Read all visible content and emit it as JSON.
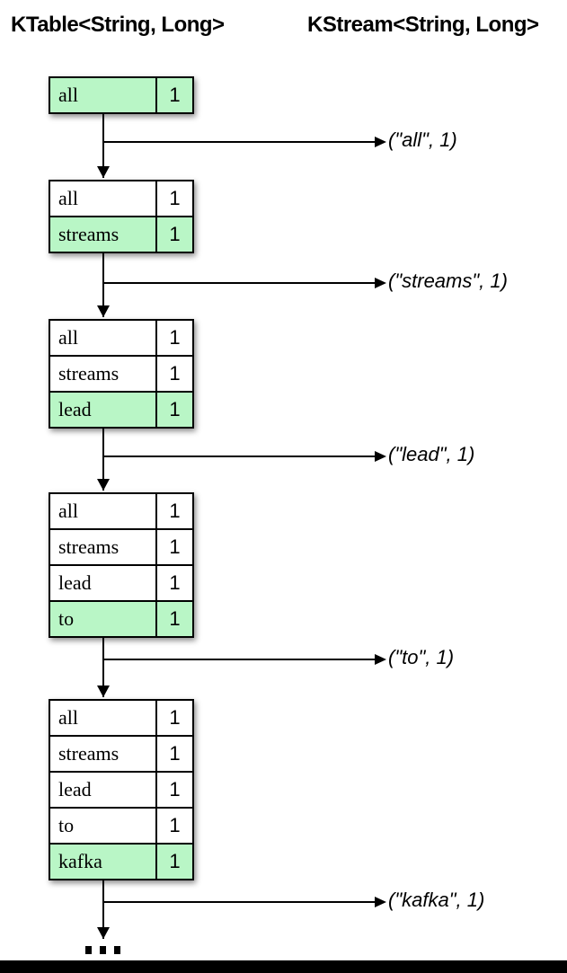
{
  "title_left": "KTable<String, Long>",
  "title_right": "KStream<String, Long>",
  "tables": [
    {
      "rows": [
        {
          "key": "all",
          "value": "1",
          "highlight": true
        }
      ]
    },
    {
      "rows": [
        {
          "key": "all",
          "value": "1",
          "highlight": false
        },
        {
          "key": "streams",
          "value": "1",
          "highlight": true
        }
      ]
    },
    {
      "rows": [
        {
          "key": "all",
          "value": "1",
          "highlight": false
        },
        {
          "key": "streams",
          "value": "1",
          "highlight": false
        },
        {
          "key": "lead",
          "value": "1",
          "highlight": true
        }
      ]
    },
    {
      "rows": [
        {
          "key": "all",
          "value": "1",
          "highlight": false
        },
        {
          "key": "streams",
          "value": "1",
          "highlight": false
        },
        {
          "key": "lead",
          "value": "1",
          "highlight": false
        },
        {
          "key": "to",
          "value": "1",
          "highlight": true
        }
      ]
    },
    {
      "rows": [
        {
          "key": "all",
          "value": "1",
          "highlight": false
        },
        {
          "key": "streams",
          "value": "1",
          "highlight": false
        },
        {
          "key": "lead",
          "value": "1",
          "highlight": false
        },
        {
          "key": "to",
          "value": "1",
          "highlight": false
        },
        {
          "key": "kafka",
          "value": "1",
          "highlight": true
        }
      ]
    }
  ],
  "stream_records": [
    "(\"all\", 1)",
    "(\"streams\", 1)",
    "(\"lead\", 1)",
    "(\"to\", 1)",
    "(\"kafka\", 1)"
  ],
  "ellipsis": "...",
  "colors": {
    "highlight": "#b9f6c6",
    "line": "#000000",
    "background": "#ffffff",
    "footer_bar": "#000000"
  }
}
